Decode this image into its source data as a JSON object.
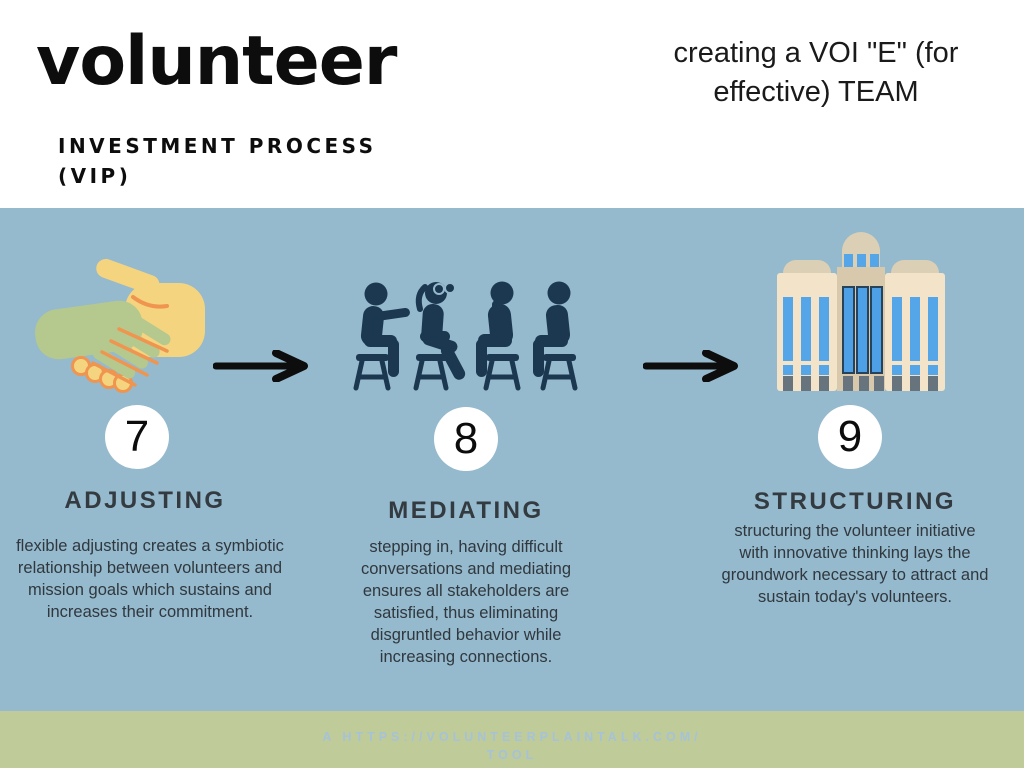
{
  "header": {
    "logo": "volunteer",
    "subtitle_line1": "INVESTMENT PROCESS",
    "subtitle_line2": "(VIP)",
    "title": "creating a VOI \"E\" (for effective) TEAM"
  },
  "steps": [
    {
      "number": "7",
      "title": "ADJUSTING",
      "icon": "handshake-icon",
      "description": "flexible adjusting creates a symbiotic relationship between volunteers and mission goals which sustains and increases their commitment."
    },
    {
      "number": "8",
      "title": "MEDIATING",
      "icon": "meeting-icon",
      "description": "stepping in, having difficult conversations and mediating ensures all stakeholders are satisfied, thus eliminating disgruntled behavior while increasing connections."
    },
    {
      "number": "9",
      "title": "STRUCTURING",
      "icon": "building-icon",
      "description": "structuring the volunteer initiative with innovative thinking lays the groundwork necessary to attract and sustain today's volunteers."
    }
  ],
  "footer": {
    "line1": "A HTTPS://VOLUNTEERPLAINTALK.COM/",
    "line2": "TOOL"
  },
  "colors": {
    "background_header": "#ffffff",
    "background_main": "#95b9cd",
    "background_footer": "#bfcc99",
    "icon_navy": "#1b3850",
    "hand_green": "#b5c88e",
    "hand_yellow": "#f4d47e",
    "accent_orange": "#ef9550",
    "building_cream": "#f2e3c9",
    "building_tan": "#d9c9ac",
    "building_cap": "#dbcfb5",
    "window_blue": "#55a6e8",
    "window_blue_dark": "#4d9fe6",
    "base_gray": "#67737d",
    "footer_text": "#a6c2d8",
    "arrow_black": "#0d0d0d",
    "number_circle_bg": "#ffffff"
  }
}
